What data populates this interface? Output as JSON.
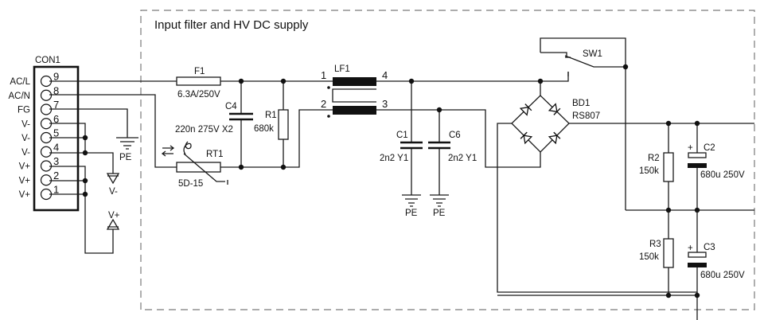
{
  "title": "Input filter and HV DC supply",
  "connector": {
    "ref": "CON1",
    "pins": [
      {
        "num": "9",
        "label": "AC/L"
      },
      {
        "num": "8",
        "label": "AC/N"
      },
      {
        "num": "7",
        "label": "FG"
      },
      {
        "num": "6",
        "label": "V-"
      },
      {
        "num": "5",
        "label": "V-"
      },
      {
        "num": "4",
        "label": "V-"
      },
      {
        "num": "3",
        "label": "V+"
      },
      {
        "num": "2",
        "label": "V+"
      },
      {
        "num": "1",
        "label": "V+"
      }
    ]
  },
  "net_labels": {
    "pe": "PE",
    "vminus": "V-",
    "vplus": "V+"
  },
  "components": {
    "f1": {
      "ref": "F1",
      "value": "6.3A/250V"
    },
    "c4": {
      "ref": "C4",
      "value": "220n 275V X2"
    },
    "r1": {
      "ref": "R1",
      "value": "680k"
    },
    "rt1": {
      "ref": "RT1",
      "value": "5D-15",
      "marker": "I"
    },
    "lf1": {
      "ref": "LF1",
      "pin1": "1",
      "pin2": "2",
      "pin3": "3",
      "pin4": "4"
    },
    "c1": {
      "ref": "C1",
      "value": "2n2 Y1"
    },
    "c6": {
      "ref": "C6",
      "value": "2n2 Y1"
    },
    "bd1": {
      "ref": "BD1",
      "value": "RS807"
    },
    "sw1": {
      "ref": "SW1"
    },
    "r2": {
      "ref": "R2",
      "value": "150k"
    },
    "c2": {
      "ref": "C2",
      "value": "680u 250V",
      "polarity": "+"
    },
    "r3": {
      "ref": "R3",
      "value": "150k"
    },
    "c3": {
      "ref": "C3",
      "value": "680u 250V",
      "polarity": "+"
    }
  }
}
